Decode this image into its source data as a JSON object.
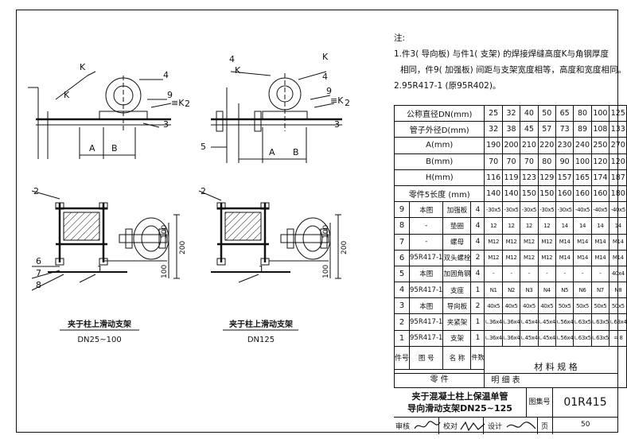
{
  "notes": {
    "heading": "注:",
    "line1": "1.件3( 导向板) 与件1( 支架) 的焊接焊缝高度K与角钢厚度",
    "line2": "相同，件9( 加强板) 间距与支架宽度相等，高度和宽度相同。",
    "line3": "2.95R417-1 (原95R402)。"
  },
  "drawing": {
    "callouts": {
      "k": "K",
      "n2": "2",
      "n3": "3",
      "n4": "4",
      "n5": "5",
      "n6": "6",
      "n7": "7",
      "n8": "8",
      "n9": "9",
      "n1": "1",
      "ek": "≡K"
    },
    "dims": {
      "a": "A",
      "b": "B",
      "d100a": "100",
      "d200": "200",
      "d100b": "100"
    },
    "caption_left_title": "夹于柱上滑动支架",
    "caption_left_range": "DN25~100",
    "caption_right_title": "夹于柱上滑动支架",
    "caption_right_range": "DN125"
  },
  "spec_table": {
    "params": [
      {
        "label": "公称直径DN(mm)",
        "values": [
          "25",
          "32",
          "40",
          "50",
          "65",
          "80",
          "100",
          "125"
        ]
      },
      {
        "label": "管子外径D(mm)",
        "values": [
          "32",
          "38",
          "45",
          "57",
          "73",
          "89",
          "108",
          "133"
        ]
      },
      {
        "label": "A(mm)",
        "values": [
          "190",
          "200",
          "210",
          "220",
          "230",
          "240",
          "250",
          "270"
        ]
      },
      {
        "label": "B(mm)",
        "values": [
          "70",
          "70",
          "70",
          "80",
          "90",
          "100",
          "120",
          "120"
        ]
      },
      {
        "label": "H(mm)",
        "values": [
          "116",
          "119",
          "123",
          "129",
          "157",
          "165",
          "174",
          "187"
        ]
      },
      {
        "label": "零件5长度 (mm)",
        "values": [
          "140",
          "140",
          "150",
          "150",
          "160",
          "160",
          "160",
          "180"
        ]
      }
    ],
    "parts": [
      {
        "no": "9",
        "drawing": "本图",
        "name": "加强板",
        "qty": "4",
        "values": [
          "-30x5",
          "-30x5",
          "-30x5",
          "-30x5",
          "-30x5",
          "-40x5",
          "-40x5",
          "-40x5"
        ]
      },
      {
        "no": "8",
        "drawing": "-",
        "name": "垫圈",
        "qty": "4",
        "values": [
          "12",
          "12",
          "12",
          "12",
          "14",
          "14",
          "14",
          "14"
        ]
      },
      {
        "no": "7",
        "drawing": "-",
        "name": "螺母",
        "qty": "4",
        "values": [
          "M12",
          "M12",
          "M12",
          "M12",
          "M14",
          "M14",
          "M14",
          "M14"
        ]
      },
      {
        "no": "6",
        "drawing": "95R417-1",
        "name": "双头螺栓",
        "qty": "2",
        "values": [
          "M12",
          "M12",
          "M12",
          "M12",
          "M14",
          "M14",
          "M14",
          "M14"
        ]
      },
      {
        "no": "5",
        "drawing": "本图",
        "name": "加固角钢",
        "qty": "4",
        "values": [
          "-",
          "-",
          "-",
          "-",
          "-",
          "-",
          "-",
          "40x4"
        ]
      },
      {
        "no": "4",
        "drawing": "95R417-1",
        "name": "支座",
        "qty": "1",
        "values": [
          "N1",
          "N2",
          "N3",
          "N4",
          "N5",
          "N6",
          "N7",
          "N8"
        ]
      },
      {
        "no": "3",
        "drawing": "本图",
        "name": "导向板",
        "qty": "2",
        "values": [
          "40x5",
          "40x5",
          "40x5",
          "40x5",
          "50x5",
          "50x5",
          "50x5",
          "50x5"
        ]
      },
      {
        "no": "2",
        "drawing": "95R417-1",
        "name": "夹紧架",
        "qty": "1",
        "values": [
          "∟36x4",
          "∟36x4",
          "∟45x4",
          "∟45x4",
          "∟56x4",
          "∟63x5",
          "∟63x5",
          "∟63x4"
        ]
      },
      {
        "no": "1",
        "drawing": "95R417-1",
        "name": "支架",
        "qty": "1",
        "values": [
          "∟36x4",
          "∟36x4",
          "∟45x4",
          "∟45x4",
          "∟56x4",
          "∟63x5",
          "∟63x5",
          "= 8"
        ]
      }
    ],
    "header": {
      "no": "件号",
      "drawing": "图 号",
      "name": "名 称",
      "qty": "件数",
      "spec": "材 料 规 格"
    },
    "parts_label": "零    件"
  },
  "detail_title": "明 细 表",
  "title_block": {
    "title_line1": "夹于混凝土柱上保温单管",
    "title_line2": "导向滑动支架DN25~125",
    "atlas_label": "图集号",
    "atlas_no": "01R415",
    "review": "审核",
    "check": "校对",
    "design": "设计",
    "page_label": "页",
    "page_no": "50"
  }
}
